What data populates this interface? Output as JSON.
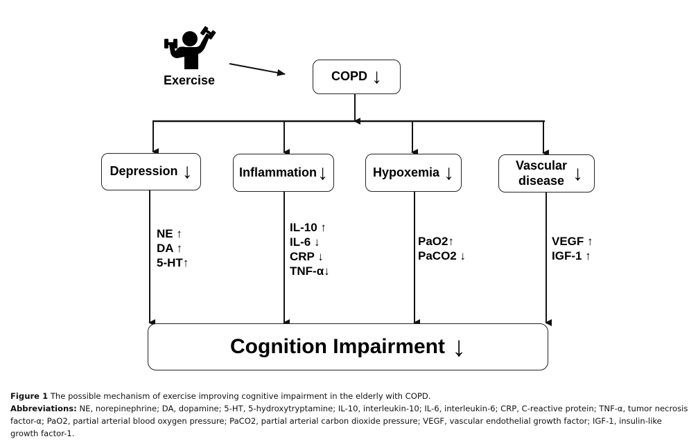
{
  "exercise": {
    "icon": "weightlifting-person-icon",
    "label": "Exercise"
  },
  "copd_box": {
    "label": "COPD",
    "arrow": "↓"
  },
  "mediators": [
    {
      "id": "depression",
      "label": "Depression",
      "arrow": "↓",
      "markers": [
        {
          "name": "NE",
          "arrow": "↑"
        },
        {
          "name": "DA",
          "arrow": "↑"
        },
        {
          "name": "5-HT",
          "arrow": "↑"
        }
      ]
    },
    {
      "id": "inflammation",
      "label": "Inflammation",
      "arrow": "↓",
      "markers": [
        {
          "name": "IL-10",
          "arrow": "↑"
        },
        {
          "name": "IL-6",
          "arrow": "↓"
        },
        {
          "name": "CRP",
          "arrow": "↓"
        },
        {
          "name": "TNF-α",
          "arrow": "↓"
        }
      ]
    },
    {
      "id": "hypoxemia",
      "label": "Hypoxemia",
      "arrow": "↓",
      "markers": [
        {
          "name": "PaO2",
          "arrow": "↑"
        },
        {
          "name": "PaCO2",
          "arrow": "↓"
        }
      ]
    },
    {
      "id": "vascular-disease",
      "label": "Vascular disease",
      "arrow": "↓",
      "markers": [
        {
          "name": "VEGF",
          "arrow": "↑"
        },
        {
          "name": "IGF-1",
          "arrow": "↑"
        }
      ]
    }
  ],
  "outcome_box": {
    "label": "Cognition Impairment",
    "arrow": "↓"
  },
  "caption": {
    "figure_label": "Figure 1",
    "figure_text": "The possible mechanism of exercise improving cognitive impairment in the elderly with COPD.",
    "abbrev_label": "Abbreviations:",
    "abbrev_text": "NE, norepinephrine; DA, dopamine; 5-HT, 5-hydroxytryptamine; IL-10, interleukin-10; IL-6, interleukin-6; CRP, C-reactive protein; TNF-α, tumor necrosis factor-α; PaO2, partial arterial blood oxygen pressure; PaCO2, partial arterial carbon dioxide pressure; VEGF, vascular endothelial growth factor; IGF-1, insulin-like growth factor-1."
  }
}
